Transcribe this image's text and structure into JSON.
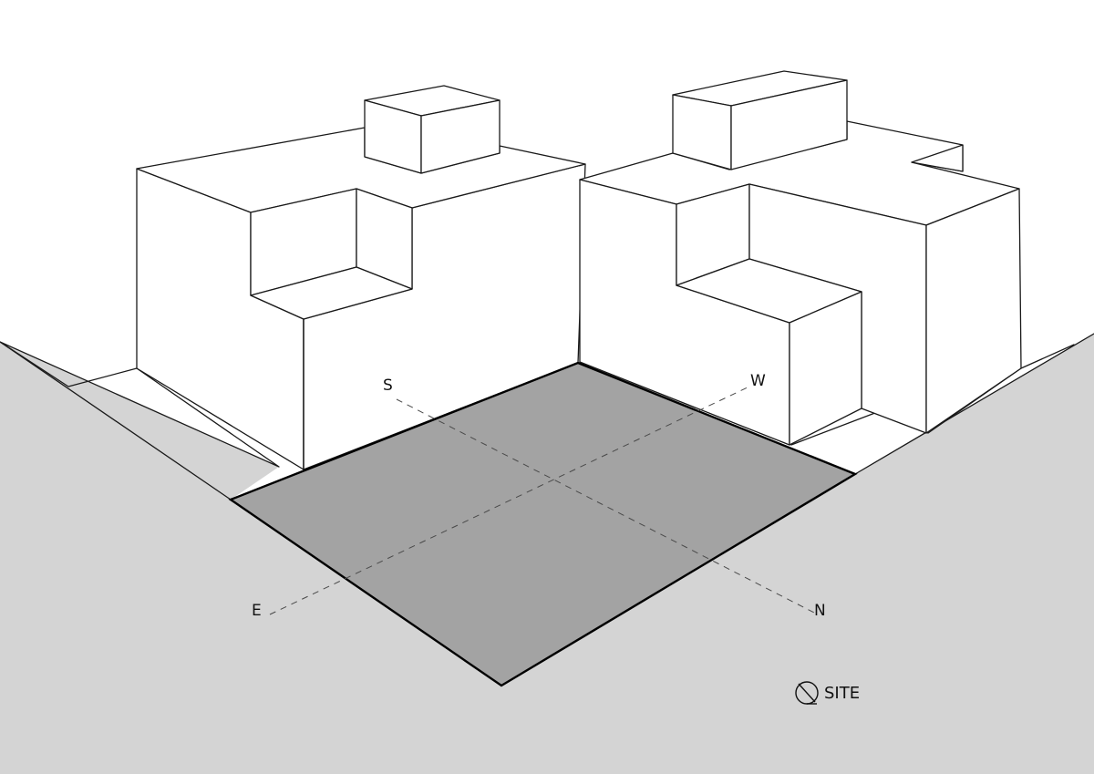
{
  "colors": {
    "ground": "#d4d4d4",
    "site_plot": "#a3a3a3",
    "building": "#ffffff",
    "line": "#1a1a1a"
  },
  "compass": {
    "north": "N",
    "south": "S",
    "east": "E",
    "west": "W"
  },
  "legend": {
    "icon": "site-marker-icon",
    "label": "SITE"
  }
}
